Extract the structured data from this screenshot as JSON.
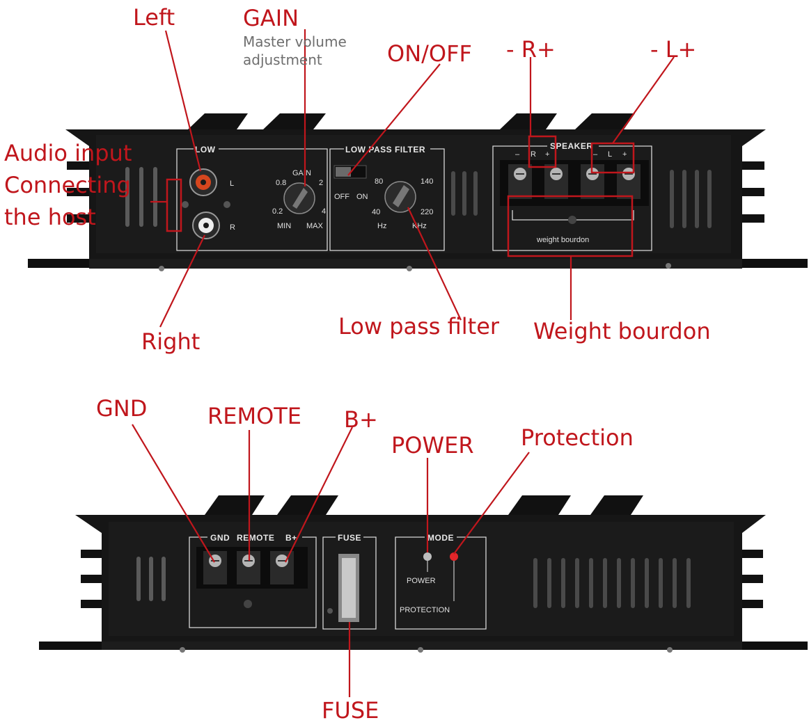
{
  "top_panel": {
    "low": "LOW",
    "rca_l": "L",
    "rca_r": "R",
    "gain": "GAIN",
    "gain_08": "0.8",
    "gain_2": "2",
    "gain_02": "0.2",
    "gain_4": "4",
    "gain_min": "MIN",
    "gain_max": "MAX",
    "lpf": "LOW PASS FILTER",
    "off": "OFF",
    "on": "ON",
    "f80": "80",
    "f140": "140",
    "f40": "40",
    "f220": "220",
    "hz": "Hz",
    "khz": "KHz",
    "speaker": "SPEAKER",
    "spk_m1": "–",
    "spk_r": "R",
    "spk_p1": "+",
    "spk_m2": "–",
    "spk_l": "L",
    "spk_p2": "+",
    "weight": "weight bourdon"
  },
  "bottom_panel": {
    "gnd": "GND",
    "remote": "REMOTE",
    "bplus": "B+",
    "fuse": "FUSE",
    "mode": "MODE",
    "power": "POWER",
    "protection": "PROTECTION"
  },
  "callouts": {
    "left": "Left",
    "gain": "GAIN",
    "gain_sub1": "Master volume",
    "gain_sub2": "adjustment",
    "onoff": "ON/OFF",
    "r": "- R+",
    "l": "- L+",
    "audio1": "Audio input",
    "audio2": "Connecting",
    "audio3": "the host",
    "right": "Right",
    "lpf": "Low pass filter",
    "weight": "Weight bourdon",
    "gnd": "GND",
    "remote": "REMOTE",
    "bplus": "B+",
    "power": "POWER",
    "protection": "Protection",
    "fuse": "FUSE"
  },
  "colors": {
    "annotation": "#c0161c",
    "chassis": "#151515",
    "panel_outline": "#d8d8d8",
    "rca_ring": "#d6461e",
    "protection_led": "#e3262a"
  }
}
